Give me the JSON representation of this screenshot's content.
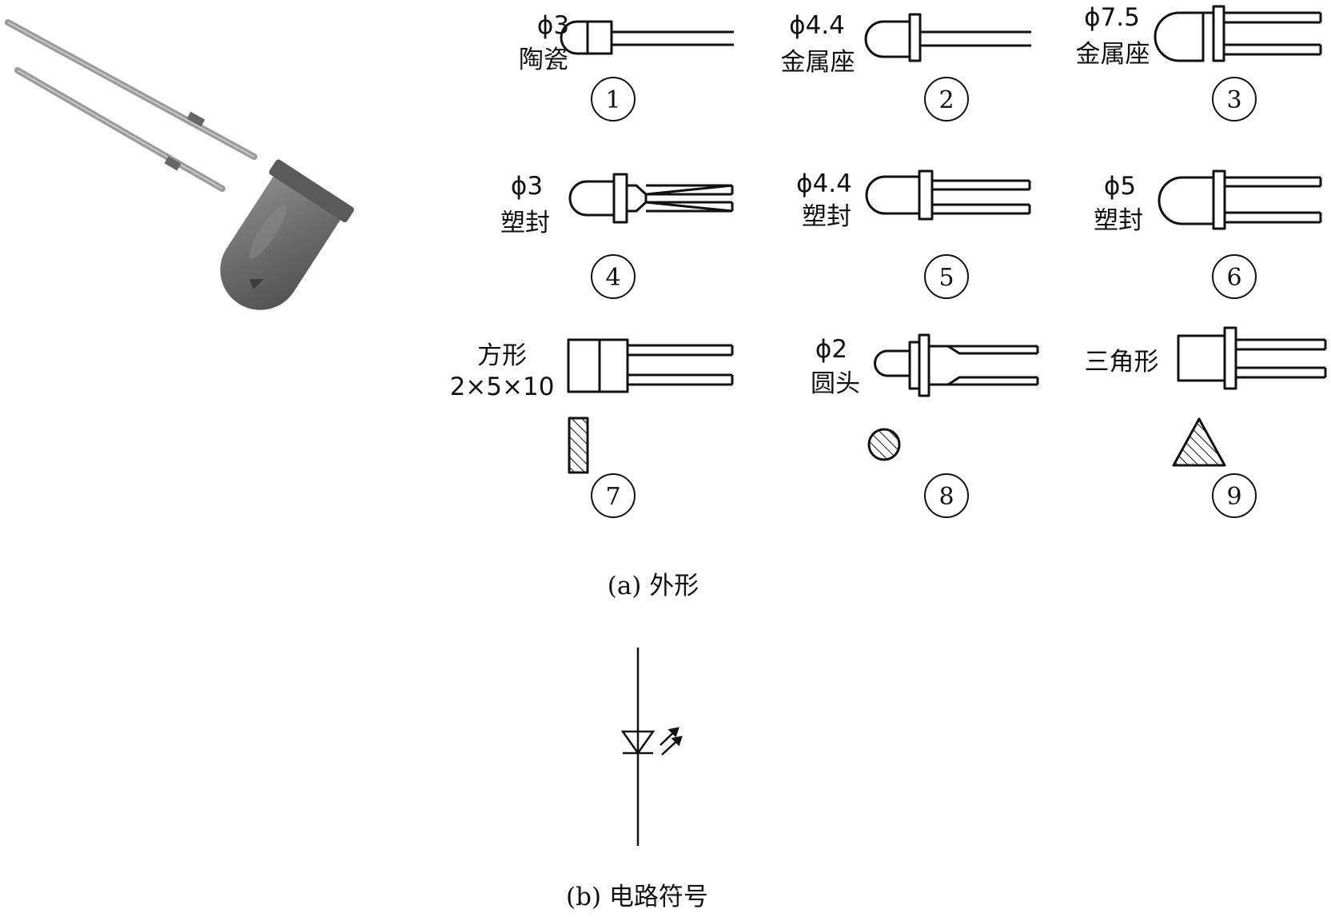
{
  "figure": {
    "caption_a": "(a) 外形",
    "caption_b": "(b) 电路符号"
  },
  "photo": {
    "subject": "infrared-led-photo",
    "body_color": "#6e6e6e",
    "lead_color": "#9a9a9a"
  },
  "packages": [
    {
      "number": "1",
      "dim": "ϕ3",
      "type": "陶瓷"
    },
    {
      "number": "2",
      "dim": "ϕ4.4",
      "type": "金属座"
    },
    {
      "number": "3",
      "dim": "ϕ7.5",
      "type": "金属座"
    },
    {
      "number": "4",
      "dim": "ϕ3",
      "type": "塑封"
    },
    {
      "number": "5",
      "dim": "ϕ4.4",
      "type": "塑封"
    },
    {
      "number": "6",
      "dim": "ϕ5",
      "type": "塑封"
    },
    {
      "number": "7",
      "dim": "2×5×10",
      "type": "方形"
    },
    {
      "number": "8",
      "dim": "ϕ2",
      "type": "圆头"
    },
    {
      "number": "9",
      "dim": "",
      "type": "三角形"
    }
  ],
  "symbol": {
    "icon": "photodiode-symbol-icon"
  }
}
